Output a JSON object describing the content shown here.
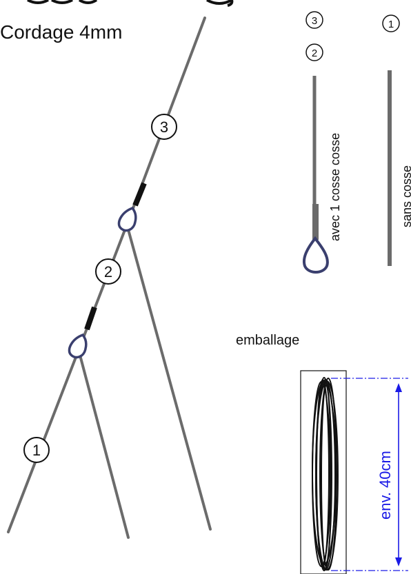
{
  "title_partial": "Cordage 4mm",
  "badges": {
    "one": "1",
    "two": "2",
    "three": "3"
  },
  "legend": {
    "with_thimble": "avec 1 cosse cosse",
    "without_thimble": "sans cosse"
  },
  "packaging": {
    "label": "emballage",
    "dimension": "env. 40cm"
  },
  "colors": {
    "rope": "#6b6b6b",
    "thimble": "#3a3f6e",
    "crimp": "#111111",
    "dimension": "#1a1ae6"
  }
}
